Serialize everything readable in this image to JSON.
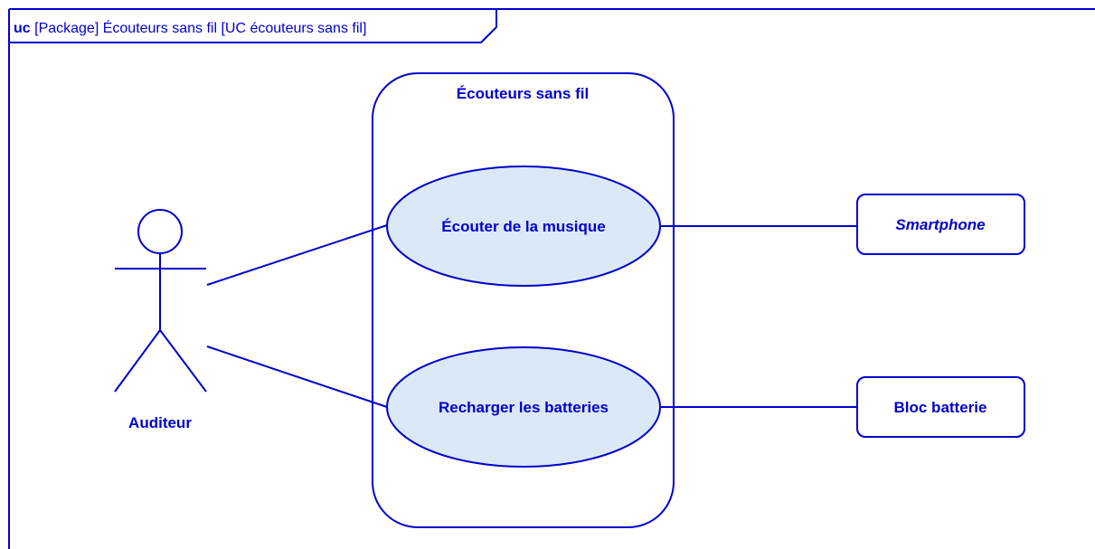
{
  "frame": {
    "keyword": "uc",
    "title": " [Package] Écouteurs sans fil [UC écouteurs sans fil]"
  },
  "system": {
    "name": "Écouteurs sans fil"
  },
  "actors": {
    "primary": "Auditeur",
    "secondary_1": "Smartphone",
    "secondary_2": "Bloc batterie"
  },
  "use_cases": {
    "uc1": "Écouter de la musique",
    "uc2": "Recharger les batteries"
  },
  "colors": {
    "stroke": "#0000cc",
    "usecase_fill": "#dbe8f8",
    "background": "#ffffff"
  }
}
